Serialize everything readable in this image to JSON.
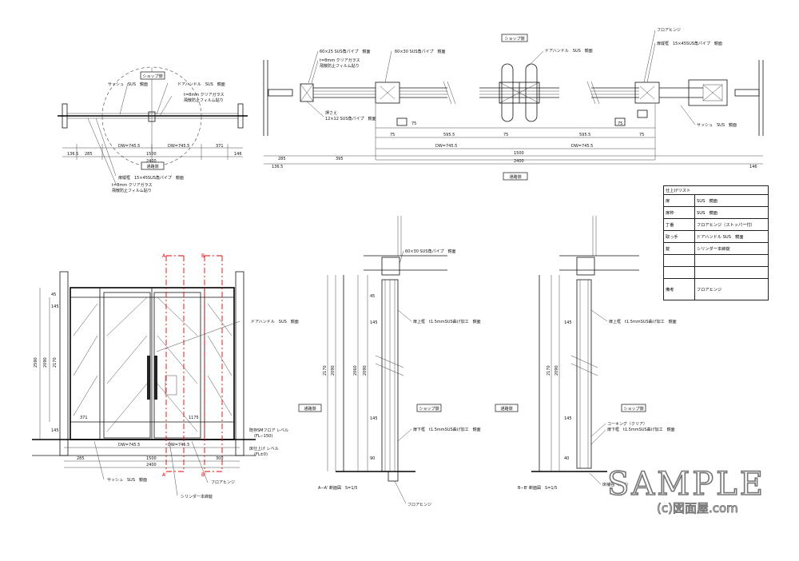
{
  "labels": {
    "shop_side": "ショップ側",
    "passage_side": "通路側",
    "sash": "サッシュ　SUS　鏡面",
    "door_frame_sq": "扉縦框　15×45SUS角パイプ　鏡面",
    "clear_glass": "t=8mm クリアガラス",
    "anti_scatter": "飛散防止フィルム貼り",
    "door_handle": "ドアハンドル　SUS　鏡面",
    "pipe_60x25": "60×25 SUS角パイプ　鏡面",
    "pipe_60x30": "60×30 SUS角パイプ　鏡面",
    "floor_hinge": "フロアヒンジ",
    "retainer": "押さえ",
    "retainer_pipe": "12×12 SUS角パイプ　鏡面",
    "cylinder": "シリンダー本締錠",
    "door_top_frame": "扉上框　t1.5mmSUS曲げ加工　鏡面",
    "door_bottom_frame": "扉下框　t1.5mmSUS曲げ加工　鏡面",
    "caulking": "コーキング（クリア）",
    "floor_level": "既存SMフロア レベル",
    "floor_level_gl": "(FL−150)",
    "passage_level": "床仕上げ レベル",
    "passage_level_fl": "(FL±0)",
    "section_a": "A−A' 断面図　S=1/5",
    "section_b": "B−B' 断面図　S=1/5",
    "seal_note": "床補強（既存）",
    "mark_a": "A",
    "mark_b": "B",
    "mark_a_prime": "A'",
    "mark_b_prime": "B'"
  },
  "dimensions": {
    "plan_small": [
      "136.5",
      "285",
      "DW=745.5",
      "DW=745.5",
      "371",
      "146",
      "1500",
      "2400"
    ],
    "plan_large": [
      "136.5",
      "285",
      "395",
      "75",
      "595.5",
      "75",
      "595.5",
      "75",
      "DW=745.5",
      "DW=745.5",
      "1500",
      "2400",
      "146",
      "75",
      "75"
    ],
    "elevation": [
      "2590",
      "2090",
      "2170",
      "45",
      "145",
      "145",
      "371",
      "DW=745.5",
      "DW=745.5",
      "1500",
      "2400",
      "285",
      "300",
      "1175"
    ],
    "section": [
      "2170",
      "2090",
      "2060",
      "2090",
      "45",
      "145",
      "145",
      "90",
      "40"
    ]
  },
  "finish_list": {
    "title": "仕上げリスト",
    "rows": [
      {
        "key": "扉",
        "value": "SUS　鏡面"
      },
      {
        "key": "扉枠",
        "value": "SUS　鏡面"
      },
      {
        "key": "丁番",
        "value": "フロアヒンジ（ストッパー付）"
      },
      {
        "key": "取っ手",
        "value": "ドアハンドル SUS　鏡面"
      },
      {
        "key": "錠",
        "value": "シリンダー本締錠"
      },
      {
        "key": "",
        "value": ""
      },
      {
        "key": "",
        "value": ""
      },
      {
        "key": "備考",
        "value": "フロアヒンジ"
      }
    ]
  },
  "watermark": "SAMPLE",
  "copyright": "(c)図面屋.com"
}
